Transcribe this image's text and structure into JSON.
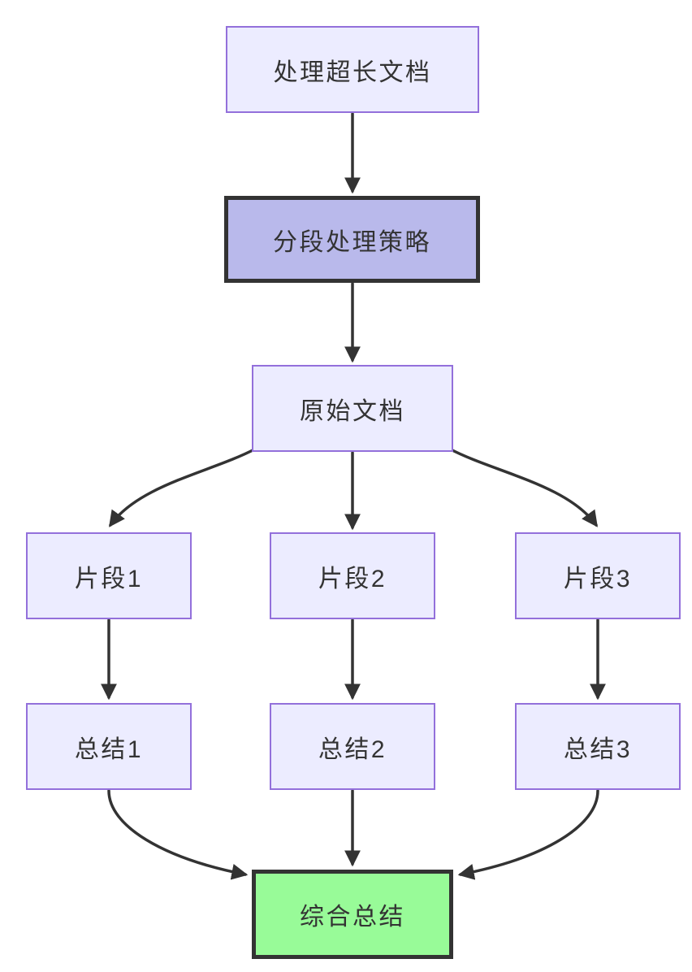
{
  "nodes": {
    "start": {
      "label": "处理超长文档"
    },
    "strategy": {
      "label": "分段处理策略"
    },
    "doc": {
      "label": "原始文档"
    },
    "seg1": {
      "label": "片段1"
    },
    "seg2": {
      "label": "片段2"
    },
    "seg3": {
      "label": "片段3"
    },
    "sum1": {
      "label": "总结1"
    },
    "sum2": {
      "label": "总结2"
    },
    "sum3": {
      "label": "总结3"
    },
    "final": {
      "label": "综合总结"
    }
  },
  "edges": [
    {
      "from": "start",
      "to": "strategy"
    },
    {
      "from": "strategy",
      "to": "doc"
    },
    {
      "from": "doc",
      "to": "seg1"
    },
    {
      "from": "doc",
      "to": "seg2"
    },
    {
      "from": "doc",
      "to": "seg3"
    },
    {
      "from": "seg1",
      "to": "sum1"
    },
    {
      "from": "seg2",
      "to": "sum2"
    },
    {
      "from": "seg3",
      "to": "sum3"
    },
    {
      "from": "sum1",
      "to": "final"
    },
    {
      "from": "sum2",
      "to": "final"
    },
    {
      "from": "sum3",
      "to": "final"
    }
  ],
  "colors": {
    "background": "#ffffff",
    "node_fill": "#ececff",
    "node_border": "#9370db",
    "strategy_fill": "#b9b9eb",
    "final_fill": "#98fb98",
    "emphasis_border": "#333333",
    "edge": "#333333",
    "text": "#333333"
  }
}
